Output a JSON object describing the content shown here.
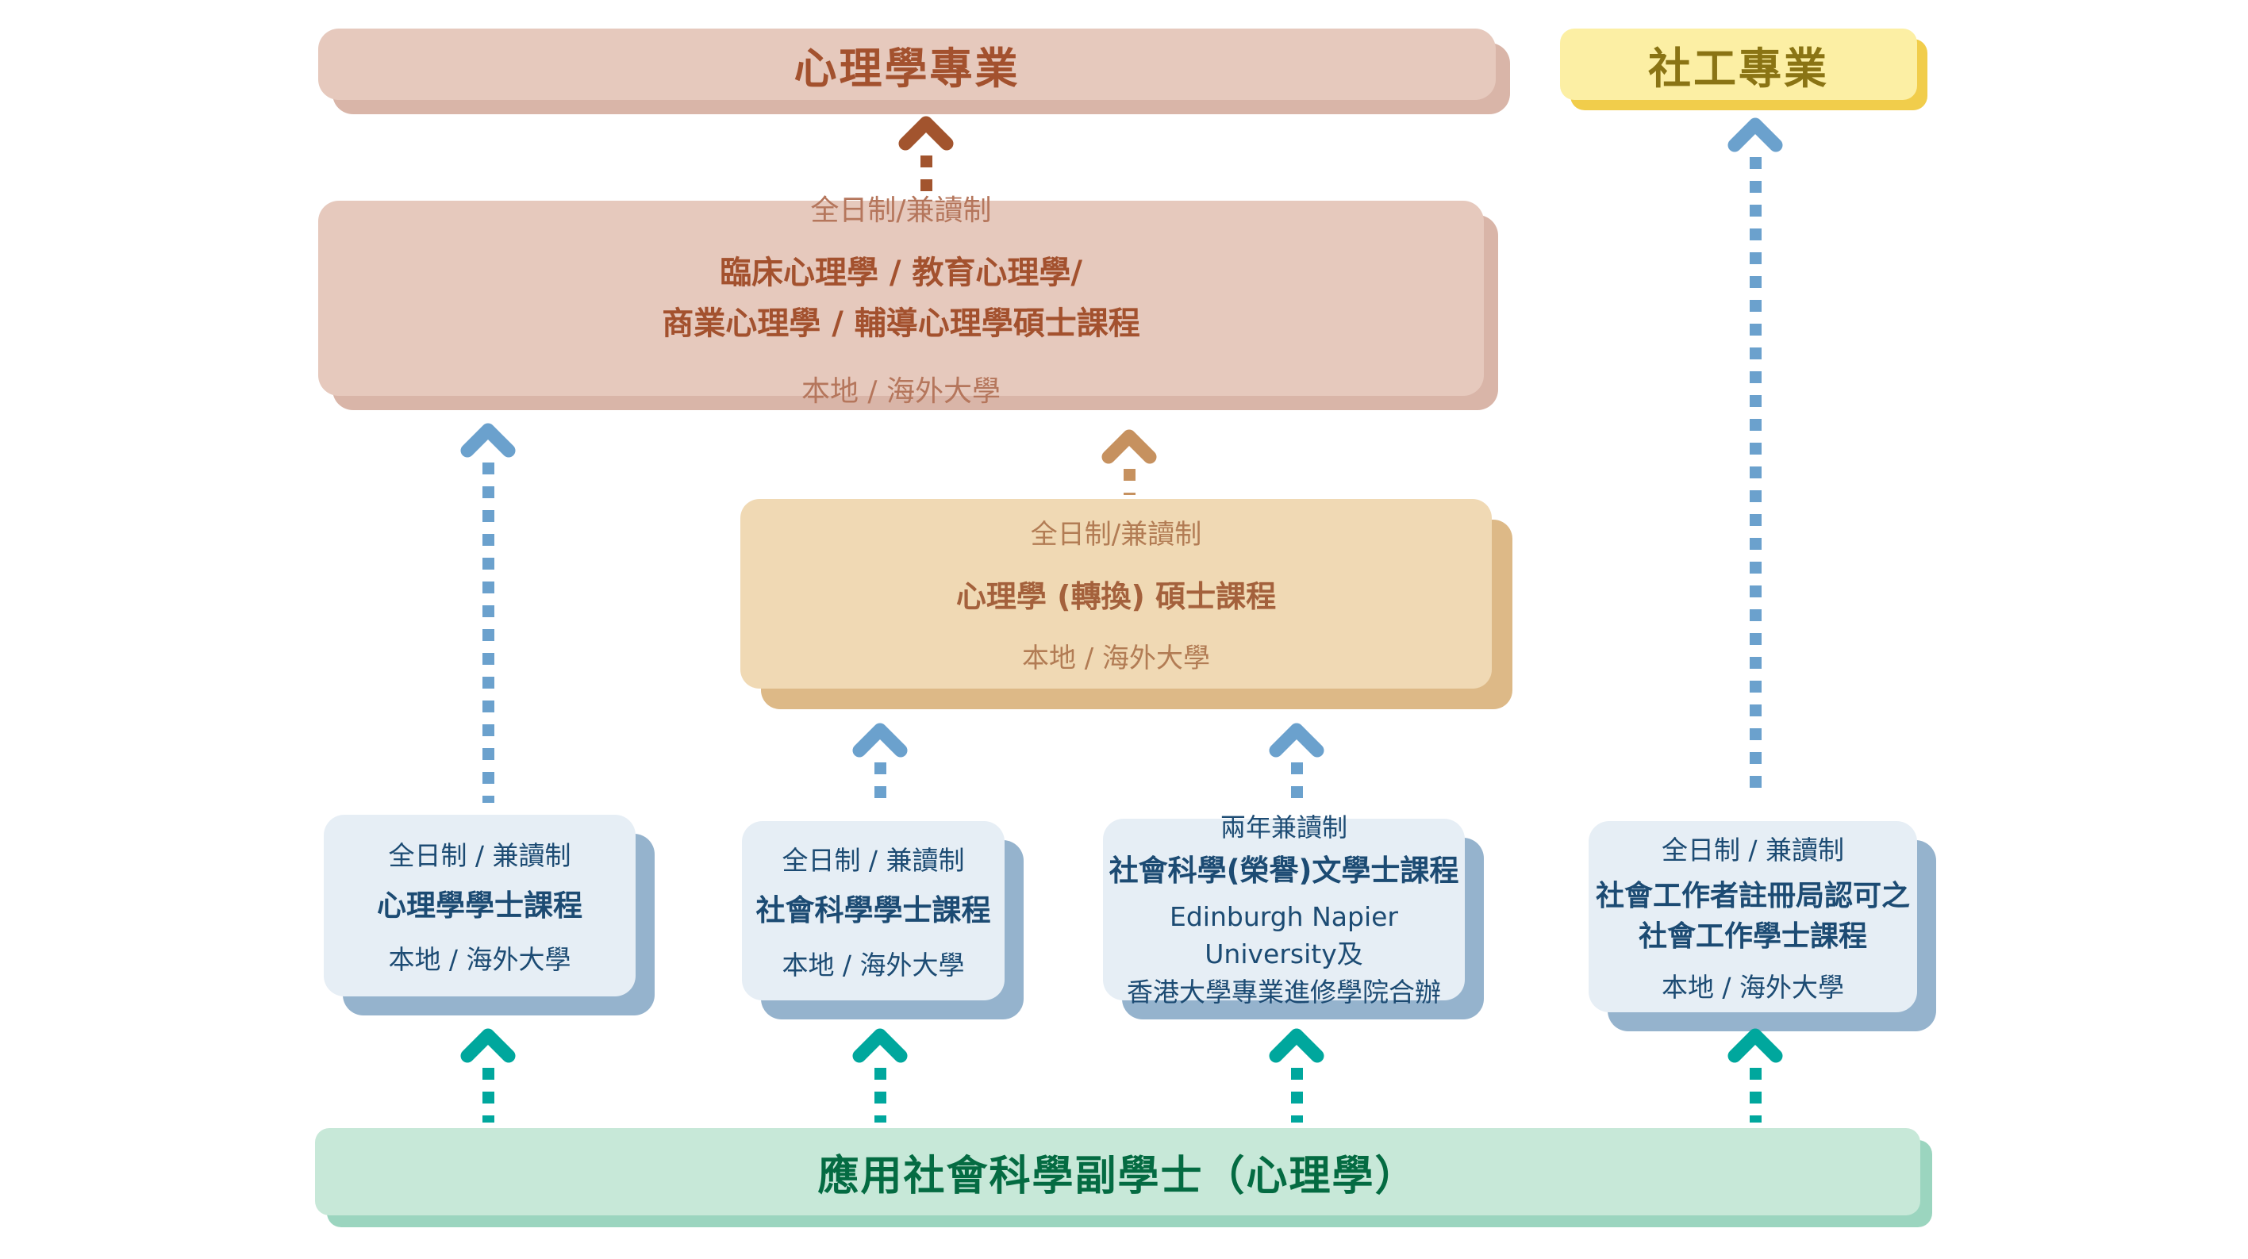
{
  "colors": {
    "pink_fill": "#E6C9BD",
    "pink_shadow": "#D9B5A8",
    "pink_text_bold": "#A3512E",
    "pink_text_sub": "#B5765C",
    "yellow_fill": "#FCEFA4",
    "yellow_shadow": "#F1CD4B",
    "yellow_text": "#8A7414",
    "tan_fill": "#F0D9B4",
    "tan_shadow": "#DDB987",
    "tan_text_bold": "#A4613C",
    "tan_text_sub": "#B27C54",
    "blue_fill": "#E6EEF5",
    "blue_shadow": "#95B3CD",
    "blue_text": "#1C4B73",
    "green_fill": "#C7E8D8",
    "green_shadow": "#9BD5BF",
    "green_text": "#046B42",
    "arrow_brown": "#A2542E",
    "arrow_tan": "#C6915F",
    "arrow_blue": "#6BA1CD",
    "arrow_teal": "#00A79D"
  },
  "boxes": {
    "psych_header": {
      "title": "心理學專業"
    },
    "social_header": {
      "title": "社工專業"
    },
    "masters_specialist": {
      "mode": "全日制/兼讀制",
      "title_line1": "臨床心理學 / 教育心理學/",
      "title_line2": "商業心理學 / 輔導心理學碩士課程",
      "institutions": "本地 / 海外大學"
    },
    "masters_conversion": {
      "mode": "全日制/兼讀制",
      "title": "心理學 (轉換) 碩士課程",
      "institutions": "本地 / 海外大學"
    },
    "bachelor_psych": {
      "mode": "全日制 / 兼讀制",
      "title": "心理學學士課程",
      "institutions": "本地 / 海外大學"
    },
    "bachelor_socsci": {
      "mode": "全日制 / 兼讀制",
      "title": "社會科學學士課程",
      "institutions": "本地 / 海外大學"
    },
    "bachelor_napier": {
      "mode": "兩年兼讀制",
      "title": "社會科學(榮譽)文學士課程",
      "institutions_line1": "Edinburgh Napier University及",
      "institutions_line2": "香港大學專業進修學院合辦"
    },
    "bachelor_social_work": {
      "mode": "全日制 / 兼讀制",
      "title_line1": "社會工作者註冊局認可之",
      "title_line2": "社會工作學士課程",
      "institutions": "本地 / 海外大學"
    },
    "associate": {
      "title": "應用社會科學副學士（心理學）"
    }
  }
}
